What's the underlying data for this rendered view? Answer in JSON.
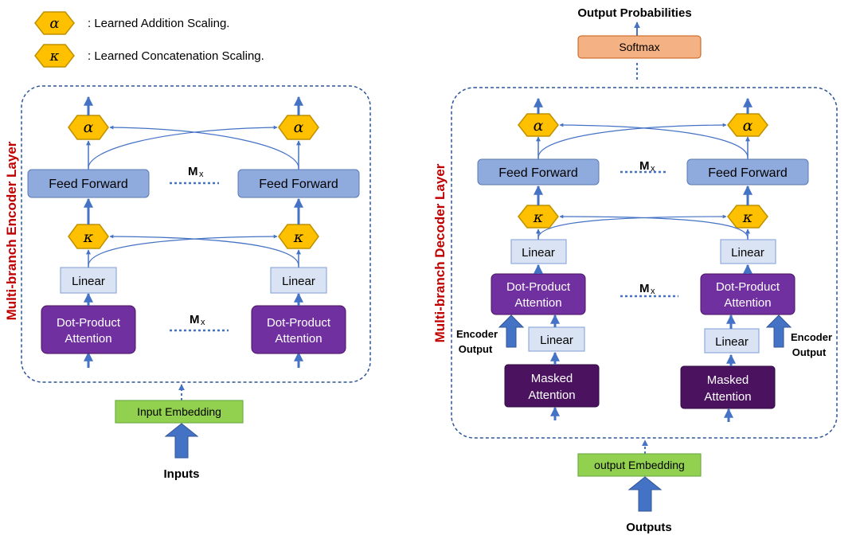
{
  "legend": {
    "alpha_symbol": "α",
    "alpha_text": ": Learned Addition Scaling.",
    "kappa_symbol": "κ",
    "kappa_text": ": Learned Concatenation Scaling."
  },
  "encoder": {
    "side_title": "Multi-branch Encoder Layer",
    "alpha": "α",
    "kappa": "κ",
    "feed_forward": "Feed Forward",
    "linear": "Linear",
    "attention_line1": "Dot-Product",
    "attention_line2": "Attention",
    "mx_main": "M",
    "mx_sub": "x",
    "embedding": "Input Embedding",
    "input_label": "Inputs"
  },
  "decoder": {
    "side_title": "Multi-branch Decoder Layer",
    "alpha": "α",
    "kappa": "κ",
    "feed_forward": "Feed Forward",
    "linear": "Linear",
    "attention_line1": "Dot-Product",
    "attention_line2": "Attention",
    "masked_line1": "Masked",
    "masked_line2": "Attention",
    "encoder_output_line1": "Encoder",
    "encoder_output_line2": "Output",
    "mx_main": "M",
    "mx_sub": "x",
    "embedding": "output Embedding",
    "input_label": "Outputs",
    "softmax": "Softmax",
    "output_label": "Output Probabilities"
  },
  "colors": {
    "hex_fill": "#FFC000",
    "hex_stroke": "#BF9000",
    "feed_forward_fill": "#8FAADC",
    "linear_fill": "#DAE3F3",
    "attention_fill": "#7030A0",
    "masked_fill": "#4B1260",
    "embedding_fill": "#92D050",
    "softmax_fill": "#F4B183",
    "arrow": "#4472C4",
    "dashed_border": "#2F5597",
    "side_title": "#C00000"
  }
}
